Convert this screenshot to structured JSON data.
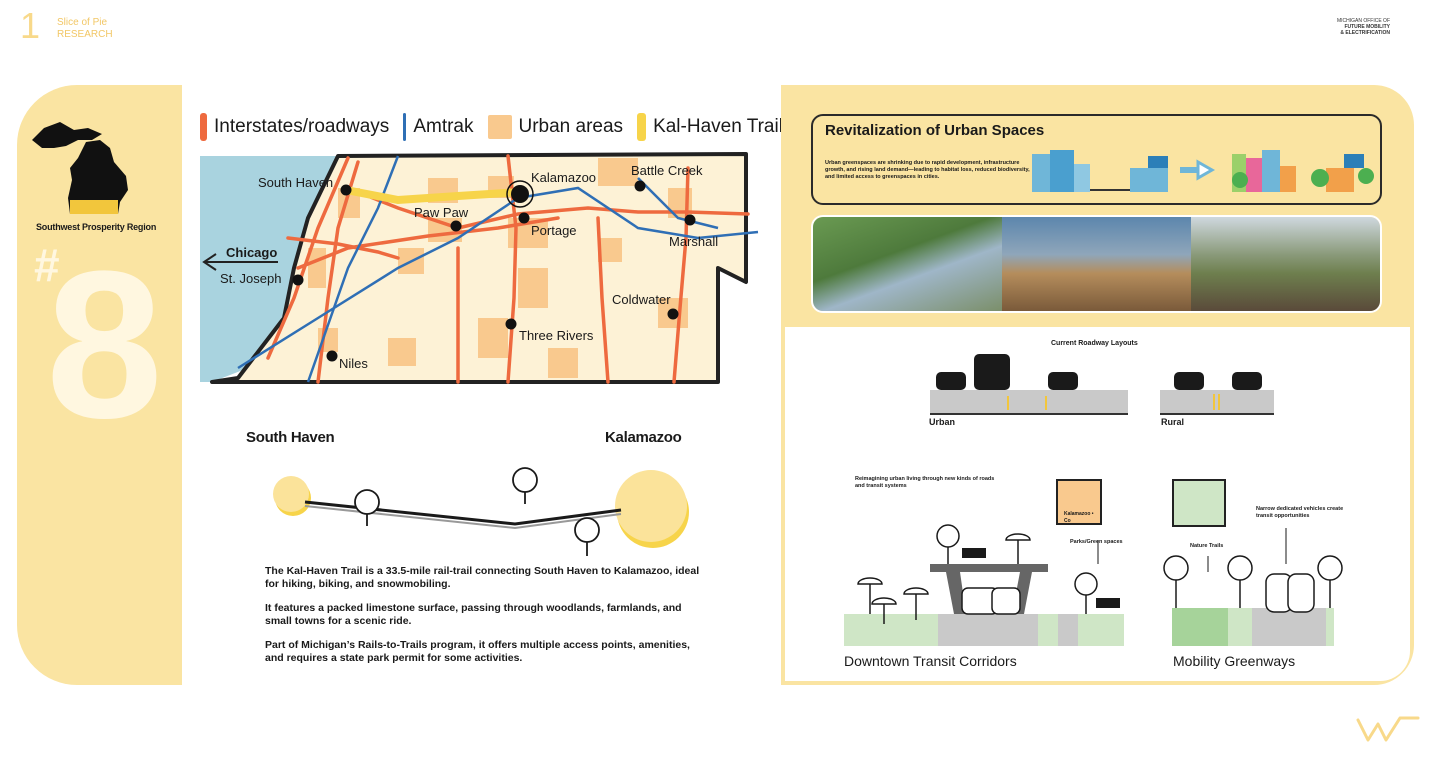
{
  "header": {
    "page_number": "1",
    "brand_line1": "Slice of Pie",
    "brand_line2": "RESEARCH",
    "org_line1": "MICHIGAN OFFICE OF",
    "org_line2": "FUTURE MOBILITY",
    "org_line3": "& ELECTRIFICATION"
  },
  "region": {
    "name": "Southwest Prosperity Region",
    "hash": "#",
    "number": "8"
  },
  "legend": {
    "roads": "Interstates/roadways",
    "amtrak": "Amtrak",
    "urban": "Urban areas",
    "trail": "Kal-Haven Trail",
    "colors": {
      "roads": "#ee6a3f",
      "amtrak": "#2f6fb5",
      "urban": "#f9c98e",
      "trail": "#f7d44a"
    }
  },
  "map": {
    "cities": {
      "south_haven": "South Haven",
      "kalamazoo": "Kalamazoo",
      "battle_creek": "Battle Creek",
      "paw_paw": "Paw Paw",
      "portage": "Portage",
      "marshall": "Marshall",
      "chicago": "Chicago",
      "st_joseph": "St. Joseph",
      "coldwater": "Coldwater",
      "three_rivers": "Three Rivers",
      "niles": "Niles"
    }
  },
  "trail_profile": {
    "start": "South Haven",
    "end": "Kalamazoo"
  },
  "description": {
    "p1": "The Kal-Haven Trail is a 33.5-mile rail-trail connecting South Haven to Kalamazoo, ideal for hiking, biking, and snowmobiling.",
    "p2": "It features a packed limestone surface, passing through woodlands, farmlands, and small towns for a scenic ride.",
    "p3": "Part of Michigan’s Rails-to-Trails program, it offers multiple access points, amenities, and requires a state park permit for some activities."
  },
  "revitalization": {
    "title": "Revitalization of Urban Spaces",
    "text": "Urban greenspaces are shrinking due to rapid development, infrastructure growth, and rising land demand—leading to habitat loss, reduced biodiversity, and limited access to greenspaces in cities."
  },
  "roadway": {
    "title": "Current Roadway Layouts",
    "urban": "Urban",
    "rural": "Rural"
  },
  "corridors": {
    "reimagine": "Reimagining urban living through new kinds of roads and transit systems",
    "inset_label": "Kalamazoo • Co",
    "parks": "Parks/Green spaces",
    "downtown": "Downtown Transit Corridors",
    "nature_trails": "Nature Trails",
    "narrow": "Narrow dedicated vehicles create transit opportunities",
    "greenways": "Mobility Greenways"
  }
}
